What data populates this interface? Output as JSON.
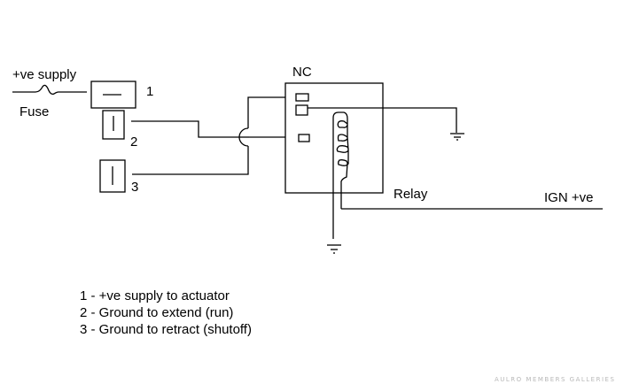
{
  "labels": {
    "supply": "+ve supply",
    "fuse": "Fuse",
    "pin1": "1",
    "pin2": "2",
    "pin3": "3",
    "nc": "NC",
    "relay": "Relay",
    "ign": "IGN +ve"
  },
  "legend": [
    "1 - +ve supply to actuator",
    "2 - Ground to extend (run)",
    "3 - Ground to retract (shutoff)"
  ],
  "watermark": "AULRO MEMBERS GALLERIES",
  "colors": {
    "wire": "#000000",
    "background": "#ffffff",
    "watermark": "#b8b8b8"
  }
}
